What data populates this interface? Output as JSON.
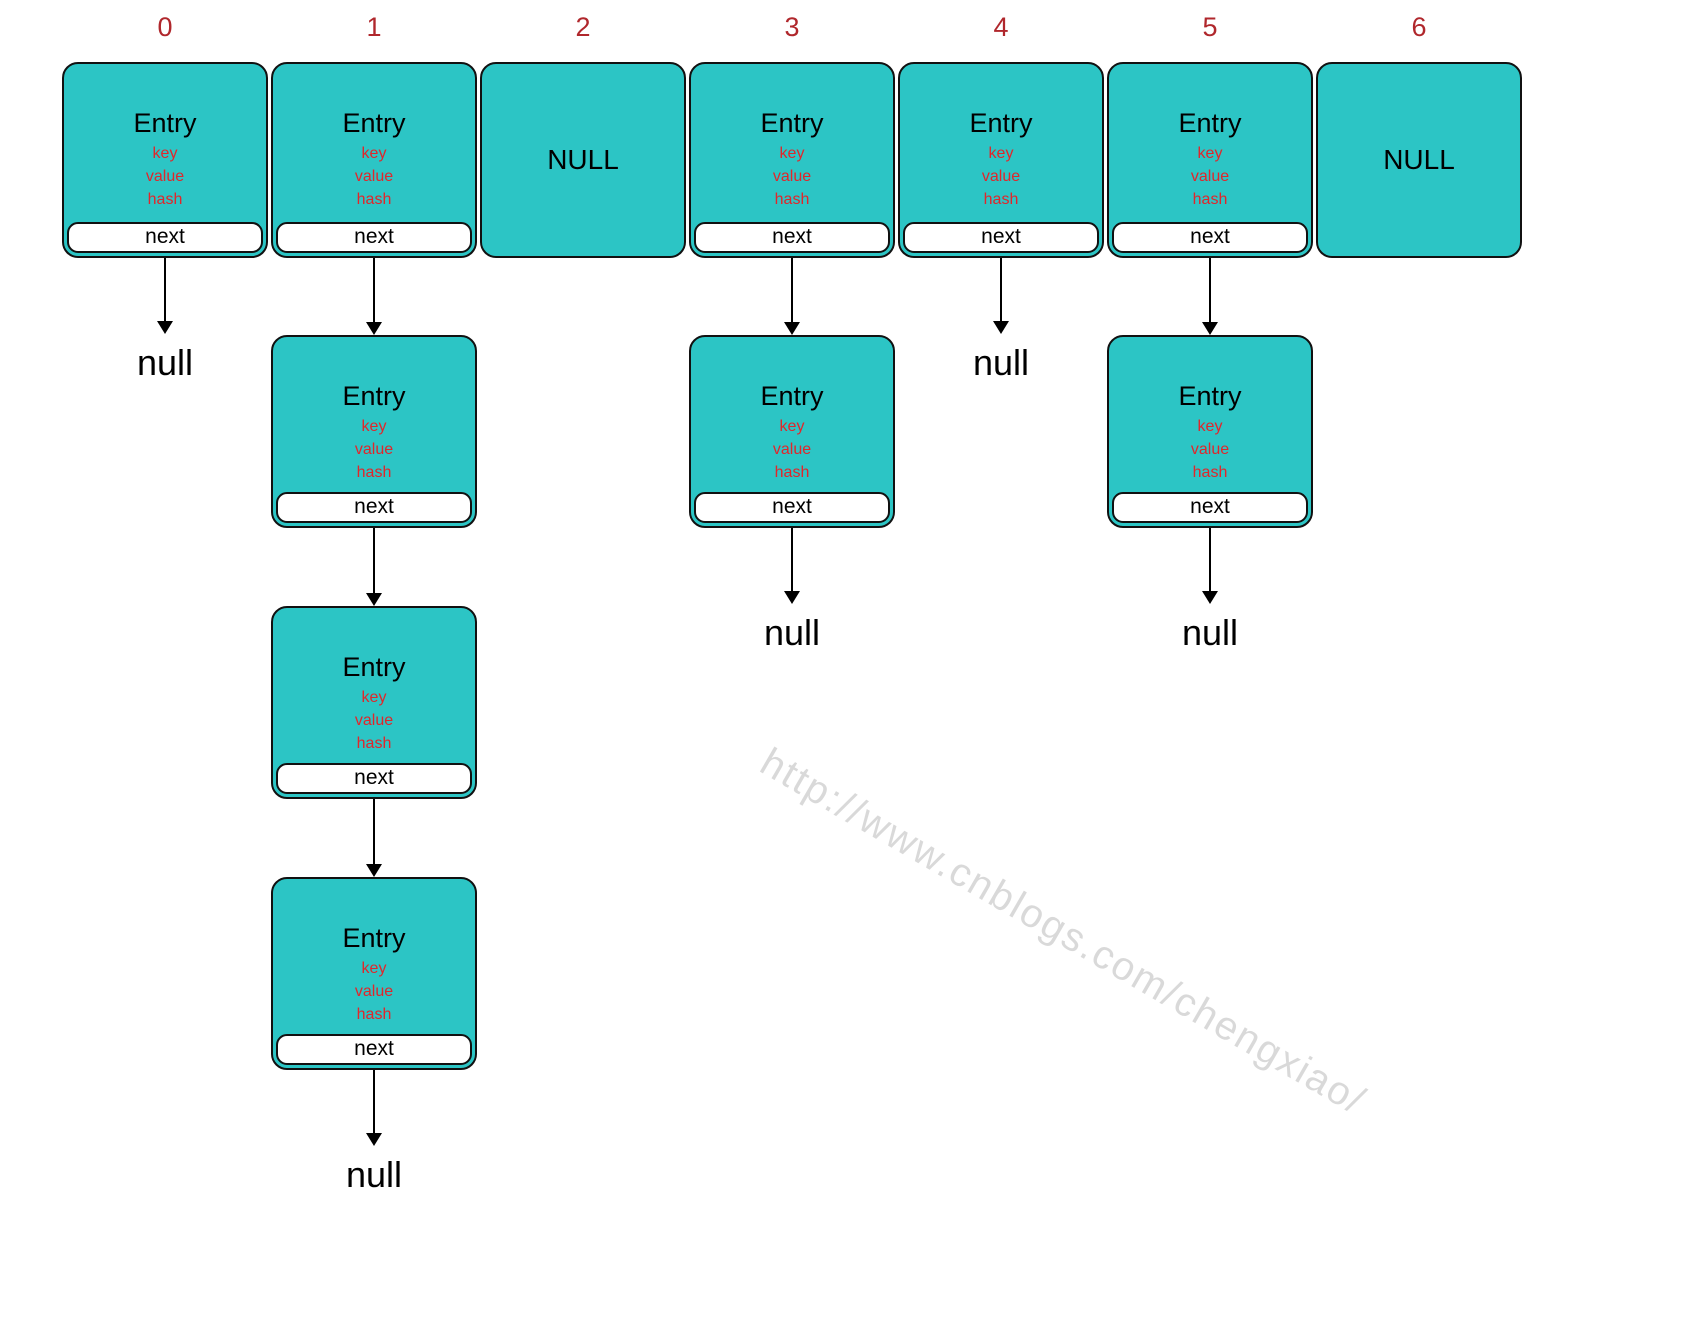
{
  "entry": {
    "title": "Entry",
    "fields": [
      "key",
      "value",
      "hash"
    ],
    "next_label": "next"
  },
  "null_box_label": "NULL",
  "null_text": "null",
  "watermark": "http://www.cnblogs.com/chengxiao/",
  "colors": {
    "box": "#2cc5c5",
    "index_label": "#b0272c",
    "field_text": "#e1262b"
  },
  "columns": [
    {
      "index": "0",
      "top": "entry",
      "chain": [
        "null"
      ]
    },
    {
      "index": "1",
      "top": "entry",
      "chain": [
        "entry",
        "entry",
        "entry",
        "null"
      ]
    },
    {
      "index": "2",
      "top": "null",
      "chain": []
    },
    {
      "index": "3",
      "top": "entry",
      "chain": [
        "entry",
        "null"
      ]
    },
    {
      "index": "4",
      "top": "entry",
      "chain": [
        "null"
      ]
    },
    {
      "index": "5",
      "top": "entry",
      "chain": [
        "entry",
        "null"
      ]
    },
    {
      "index": "6",
      "top": "null",
      "chain": []
    }
  ]
}
